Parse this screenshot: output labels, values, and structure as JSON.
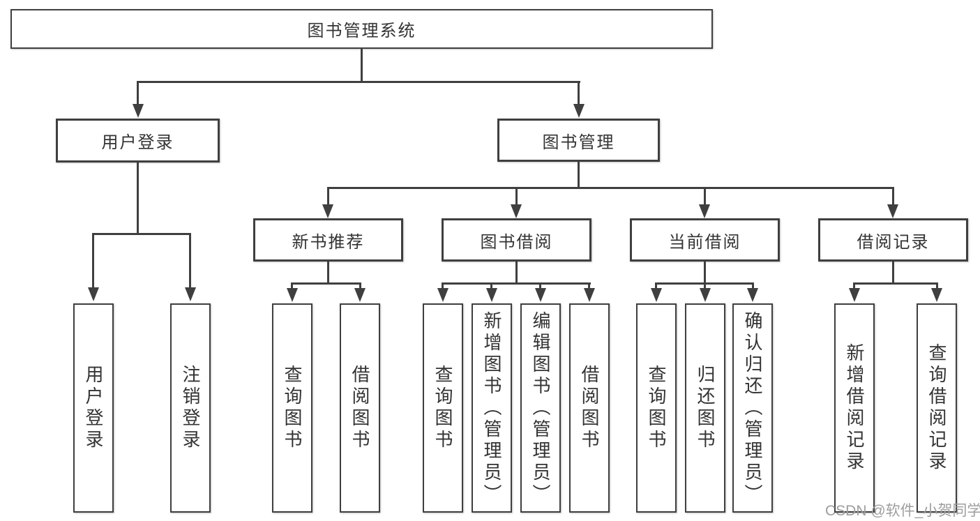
{
  "diagram": {
    "root": "图书管理系统",
    "branches": [
      {
        "label": "用户登录",
        "children": [
          "用户登录",
          "注销登录"
        ]
      },
      {
        "label": "图书管理",
        "groups": [
          {
            "label": "新书推荐",
            "children": [
              "查询图书",
              "借阅图书"
            ]
          },
          {
            "label": "图书借阅",
            "children": [
              "查询图书",
              "新增图书（管理员）",
              "编辑图书（管理员）",
              "借阅图书"
            ]
          },
          {
            "label": "当前借阅",
            "children": [
              "查询图书",
              "归还图书",
              "确认归还（管理员）"
            ]
          },
          {
            "label": "借阅记录",
            "children": [
              "新增借阅记录",
              "查询借阅记录"
            ]
          }
        ]
      }
    ],
    "watermark": "CSDN @软件_小贺同学",
    "colors": {
      "line": "#3f3f3f",
      "text": "#333333",
      "watermark": "#9e9e9e",
      "background": "#ffffff"
    }
  }
}
